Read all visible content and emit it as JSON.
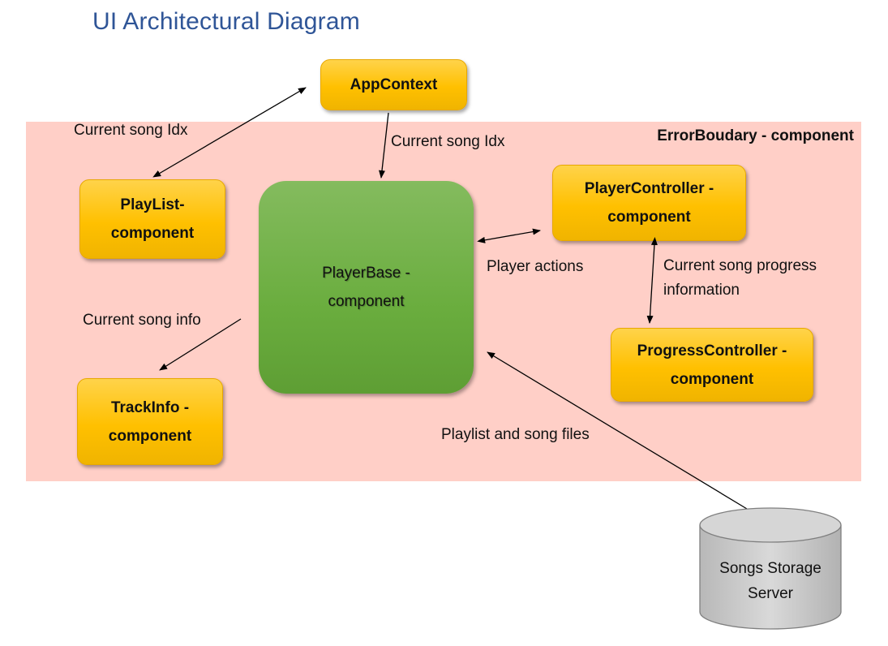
{
  "title": "UI Architectural Diagram",
  "boundary": {
    "label": "ErrorBoudary - component"
  },
  "nodes": {
    "app_context": "AppContext",
    "playlist": {
      "line1": "PlayList-",
      "line2": "component"
    },
    "player_base": {
      "line1": "PlayerBase -",
      "line2": "component"
    },
    "player_controller": {
      "line1": "PlayerController -",
      "line2": "component"
    },
    "progress_controller": {
      "line1": "ProgressController -",
      "line2": "component"
    },
    "track_info": {
      "line1": "TrackInfo -",
      "line2": "component"
    },
    "storage": {
      "line1": "Songs Storage",
      "line2": "Server"
    }
  },
  "edges": {
    "appcontext_playlist": "Current song Idx",
    "appcontext_playerbase": "Current song Idx",
    "player_actions": "Player actions",
    "progress_info": {
      "line1": "Current song progress",
      "line2": "information"
    },
    "current_song_info": "Current song info",
    "playlist_files": "Playlist and song files"
  }
}
